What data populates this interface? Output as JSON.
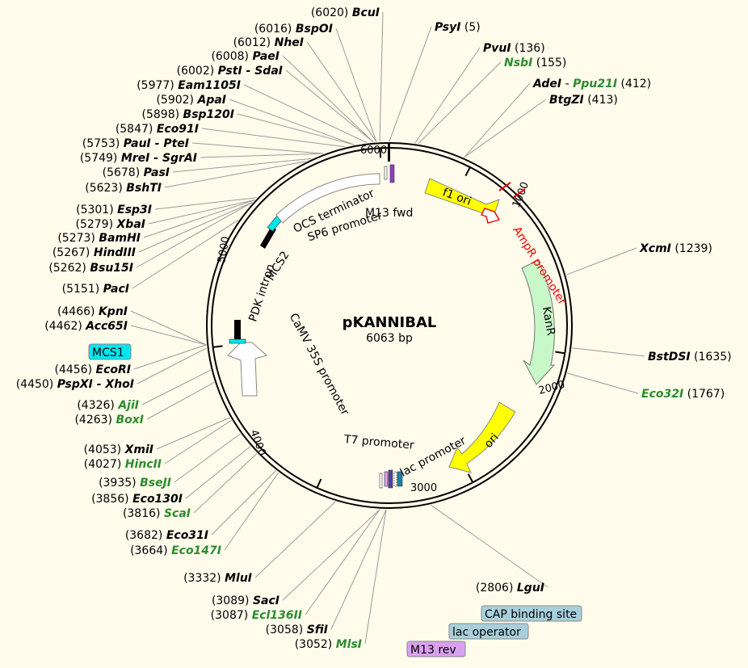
{
  "plasmid": {
    "name": "pKANNIBAL",
    "size_label": "6063 bp"
  },
  "colors": {
    "background": "#fffcec",
    "single_cutter": "#000000",
    "other_cutter": "#2e8b2e",
    "feature_yellow": "#ffff00",
    "feature_green": "#c8f7c8",
    "promoter_outline": "#888888",
    "ampr_promoter": "#ff2222",
    "mcs": "#00e5ee",
    "primer": "#d9a0f0",
    "protein_bind": "#a8d0dc"
  },
  "ticks": [
    {
      "label": "1000"
    },
    {
      "label": "2000"
    },
    {
      "label": "3000"
    },
    {
      "label": "4000"
    },
    {
      "label": "5000"
    },
    {
      "label": "6000"
    }
  ],
  "sites": [
    {
      "pos": "(6020)",
      "name": "BcuI",
      "color": "black"
    },
    {
      "pos": "(6016)",
      "name": "BspOI",
      "color": "black"
    },
    {
      "pos": "(6012)",
      "name": "NheI",
      "color": "black"
    },
    {
      "pos": "(6008)",
      "name": "PaeI",
      "color": "black"
    },
    {
      "pos": "(6002)",
      "name": "PstI - SdaI",
      "color": "black"
    },
    {
      "pos": "(5977)",
      "name": "Eam1105I",
      "color": "black"
    },
    {
      "pos": "(5902)",
      "name": "ApaI",
      "color": "black"
    },
    {
      "pos": "(5898)",
      "name": "Bsp120I",
      "color": "black"
    },
    {
      "pos": "(5847)",
      "name": "Eco91I",
      "color": "black"
    },
    {
      "pos": "(5753)",
      "name": "PauI - PteI",
      "color": "black"
    },
    {
      "pos": "(5749)",
      "name": "MreI - SgrAI",
      "color": "black"
    },
    {
      "pos": "(5678)",
      "name": "PasI",
      "color": "black"
    },
    {
      "pos": "(5623)",
      "name": "BshTI",
      "color": "black"
    },
    {
      "pos": "(5301)",
      "name": "Esp3I",
      "color": "black"
    },
    {
      "pos": "(5279)",
      "name": "XbaI",
      "color": "black"
    },
    {
      "pos": "(5273)",
      "name": "BamHI",
      "color": "black"
    },
    {
      "pos": "(5267)",
      "name": "HindIII",
      "color": "black"
    },
    {
      "pos": "(5262)",
      "name": "Bsu15I",
      "color": "black"
    },
    {
      "pos": "(5151)",
      "name": "PacI",
      "color": "black"
    },
    {
      "pos": "(4466)",
      "name": "KpnI",
      "color": "black"
    },
    {
      "pos": "(4462)",
      "name": "Acc65I",
      "color": "black"
    },
    {
      "pos": "(4456)",
      "name": "EcoRI",
      "color": "black"
    },
    {
      "pos": "(4450)",
      "name": "PspXI - XhoI",
      "color": "black"
    },
    {
      "pos": "(4326)",
      "name": "AjiI",
      "color": "green"
    },
    {
      "pos": "(4263)",
      "name": "BoxI",
      "color": "green"
    },
    {
      "pos": "(4053)",
      "name": "XmiI",
      "color": "black"
    },
    {
      "pos": "(4027)",
      "name": "HincII",
      "color": "green"
    },
    {
      "pos": "(3935)",
      "name": "BseJI",
      "color": "green"
    },
    {
      "pos": "(3856)",
      "name": "Eco130I",
      "color": "black"
    },
    {
      "pos": "(3816)",
      "name": "ScaI",
      "color": "green"
    },
    {
      "pos": "(3682)",
      "name": "Eco31I",
      "color": "black"
    },
    {
      "pos": "(3664)",
      "name": "Eco147I",
      "color": "green"
    },
    {
      "pos": "(3332)",
      "name": "MluI",
      "color": "black"
    },
    {
      "pos": "(3089)",
      "name": "SacI",
      "color": "black"
    },
    {
      "pos": "(3087)",
      "name": "Ecl136II",
      "color": "green"
    },
    {
      "pos": "(3058)",
      "name": "SfiI",
      "color": "black"
    },
    {
      "pos": "(3052)",
      "name": "MlsI",
      "color": "green"
    },
    {
      "pos": "(2806)",
      "name": "LguI",
      "color": "black"
    },
    {
      "pos": "(5)",
      "name": "PsyI",
      "color": "black"
    },
    {
      "pos": "(136)",
      "name": "PvuI",
      "color": "black"
    },
    {
      "pos": "(155)",
      "name": "NsbI",
      "color": "green"
    },
    {
      "pos": "(412)",
      "name": "AdeI - Ppu21I",
      "color": "mixed"
    },
    {
      "pos": "(413)",
      "name": "BtgZI",
      "color": "black"
    },
    {
      "pos": "(1239)",
      "name": "XcmI",
      "color": "black"
    },
    {
      "pos": "(1635)",
      "name": "BstDSI",
      "color": "black"
    },
    {
      "pos": "(1767)",
      "name": "Eco32I",
      "color": "green"
    }
  ],
  "ppu_part": {
    "black": "AdeI",
    "sep": " - ",
    "green": "Ppu21I"
  },
  "features": {
    "f1_ori": "f1 ori",
    "ampr_promoter": "AmpR promoter",
    "kanr": "KanR",
    "ori": "ori",
    "lac_promoter": "lac promoter",
    "t7_promoter": "T7 promoter",
    "camv_35s": "CaMV 35S promoter",
    "pdk_intron": "PDK intron",
    "mcs2": "MCS2",
    "ocs_terminator": "OCS terminator",
    "sp6_promoter": "SP6 promoter",
    "m13_fwd": "M13 fwd"
  },
  "boxes": {
    "mcs1": "MCS1",
    "cap_site": "CAP binding site",
    "lac_operator": "lac operator",
    "m13_rev": "M13 rev"
  }
}
